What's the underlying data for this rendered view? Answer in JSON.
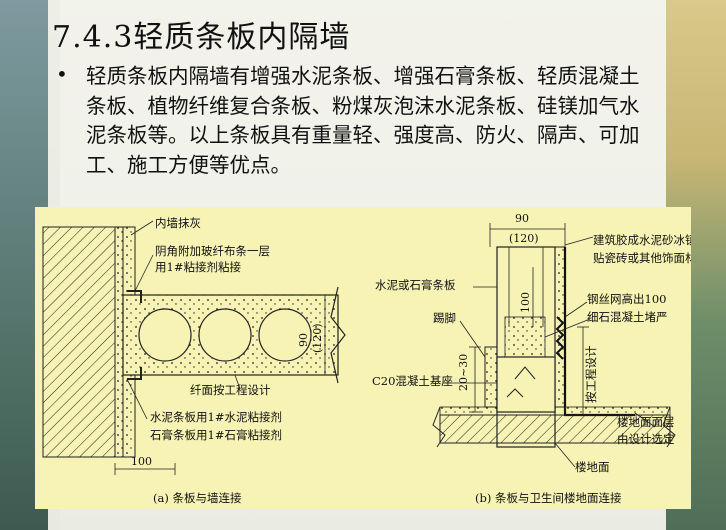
{
  "slide": {
    "title": "7.4.3轻质条板内隔墙",
    "bullet": "轻质条板内隔墙有增强水泥条板、增强石膏条板、轻质混凝土条板、植物纤维复合条板、粉煤灰泡沫水泥条板、硅镁加气水泥条板等。以上条板具有重量轻、强度高、防火、隔声、可加工、施工方便等优点。"
  },
  "figure_a": {
    "label_plaster": "内墙抹灰",
    "label_fiber_1": "阴角附加玻纤布条一层",
    "label_fiber_2": "用1#粘接剂粘接",
    "dim_90": "90",
    "dim_120": "(120)",
    "label_seam": "纤面按工程设计",
    "label_cement": "水泥条板用1#水泥粘接剂",
    "label_gypsum": "石膏条板用1#石膏粘接剂",
    "dim_100": "100",
    "caption": "(a) 条板与墙连接"
  },
  "figure_b": {
    "dim_90": "90",
    "dim_120": "(120)",
    "label_tile_1": "建筑胶成水泥砂冰镇",
    "label_tile_2": "贴瓷砖或其他饰面材料",
    "label_panel": "水泥或石膏条板",
    "dim_100": "100",
    "label_mesh": "钢丝网高出100",
    "label_fine": "细石混凝土堵严",
    "label_kick": "踢脚",
    "dim_2030": "20~30",
    "label_design": "按工程设计",
    "label_c20": "C20混凝土基座",
    "label_surface_1": "楼地面面层",
    "label_surface_2": "由设计选定",
    "label_floor": "楼地面",
    "caption": "(b) 条板与卫生间楼地面连接"
  }
}
